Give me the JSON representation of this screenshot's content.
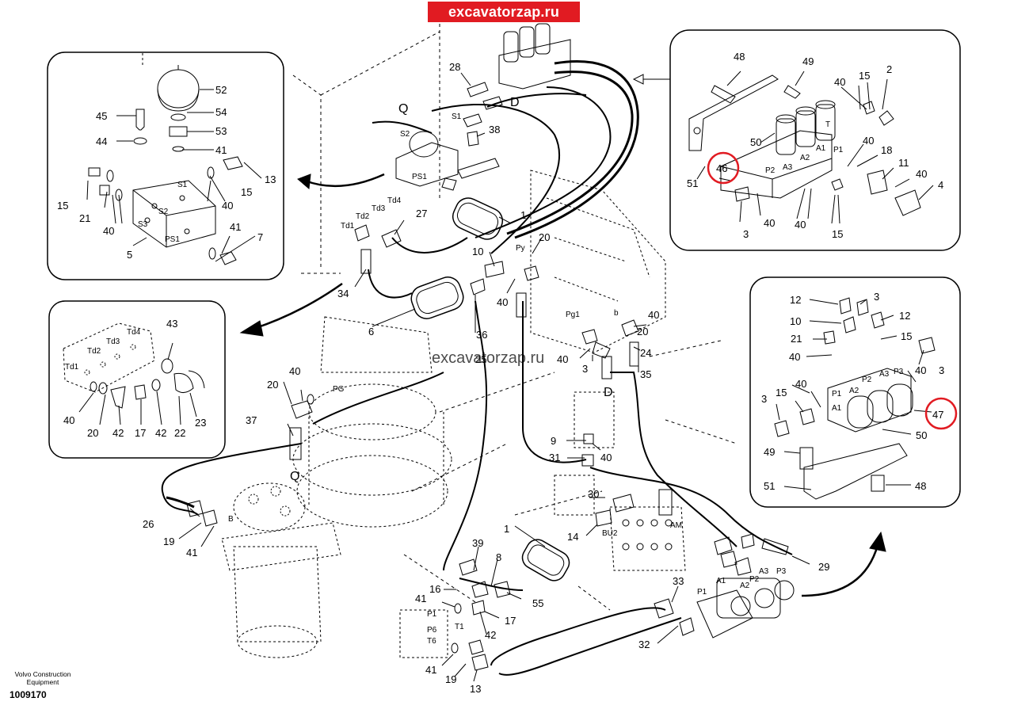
{
  "brand": "excavatorzap.ru",
  "watermark": "excavatorzap.ru",
  "manufacturer": "Volvo Construction Equipment",
  "manufacturer_lines": [
    "Volvo Construction",
    "Equipment"
  ],
  "drawing_number": "1009170",
  "highlight_color": "#e11b22",
  "callouts": {
    "c52": "52",
    "c54": "54",
    "c53": "53",
    "c41a": "41",
    "c45": "45",
    "c44": "44",
    "c13a": "13",
    "c15a": "15",
    "c15b": "15",
    "c21a": "21",
    "c40a": "40",
    "c40b": "40",
    "c41b": "41",
    "c7": "7",
    "c5": "5",
    "c43": "43",
    "c40c": "40",
    "c20a": "20",
    "c42a": "42",
    "c17a": "17",
    "c42b": "42",
    "c22": "22",
    "c23": "23",
    "c28": "28",
    "c38": "38",
    "c27": "27",
    "c1a": "1",
    "c20b": "20",
    "c10a": "10",
    "c40d": "40",
    "c34": "34",
    "c6": "6",
    "c36": "36",
    "c25": "25",
    "c40e": "40",
    "c3a": "3",
    "c35": "35",
    "c24": "24",
    "c20c": "20",
    "c40f": "40",
    "c40g": "40",
    "c20d": "20",
    "c37": "37",
    "c26": "26",
    "c19a": "19",
    "c41c": "41",
    "c9": "9",
    "c31": "31",
    "c40h": "40",
    "c30": "30",
    "c14": "14",
    "c1b": "1",
    "c39": "39",
    "c8": "8",
    "c55": "55",
    "c16": "16",
    "c41d": "41",
    "c17b": "17",
    "c42c": "42",
    "c41e": "41",
    "c19b": "19",
    "c13b": "13",
    "c33": "33",
    "c32": "32",
    "c29": "29",
    "c48a": "48",
    "c49a": "49",
    "c40i": "40",
    "c15c": "15",
    "c2": "2",
    "c50a": "50",
    "c40j": "40",
    "c18": "18",
    "c46": "46",
    "c51a": "51",
    "c11": "11",
    "c40k": "40",
    "c4": "4",
    "c3b": "3",
    "c40l": "40",
    "c40m": "40",
    "c15d": "15",
    "c12a": "12",
    "c3c": "3",
    "c10b": "10",
    "c12b": "12",
    "c21b": "21",
    "c15e": "15",
    "c40n": "40",
    "c40o": "40",
    "c3d": "3",
    "c40p": "40",
    "c3e": "3",
    "c15f": "15",
    "c47": "47",
    "c50b": "50",
    "c49b": "49",
    "c51b": "51",
    "c48b": "48"
  },
  "port_tags": {
    "s1a": "S1",
    "s2a": "S2",
    "s3": "S3",
    "ps1a": "PS1",
    "td1a": "Td1",
    "td2a": "Td2",
    "td3a": "Td3",
    "td4a": "Td4",
    "td1b": "Td1",
    "td2b": "Td2",
    "td3b": "Td3",
    "td4b": "Td4",
    "s2b": "S2",
    "s1b": "S1",
    "ps1b": "PS1",
    "q1": "Q",
    "q2": "Q",
    "d1": "D",
    "d2": "D",
    "b": "B",
    "pg": "PG",
    "py": "Py",
    "pg1": "Pg1",
    "bsmall": "b",
    "p1a": "P1",
    "p6": "P6",
    "t1": "T1",
    "t6": "T6",
    "bu2": "BU2",
    "am": "AM",
    "p1b": "P1",
    "a1a": "A1",
    "a2a": "A2",
    "a3a": "A3",
    "p2a": "P2",
    "p3a": "P3",
    "t": "T",
    "a1b": "A1",
    "p1c": "P1",
    "a2b": "A2",
    "p2b": "P2",
    "a3b": "A3",
    "a3c": "A3",
    "p2c": "P2",
    "a2c": "A2",
    "p3b": "P3",
    "p1d": "P1",
    "a1c": "A1"
  }
}
